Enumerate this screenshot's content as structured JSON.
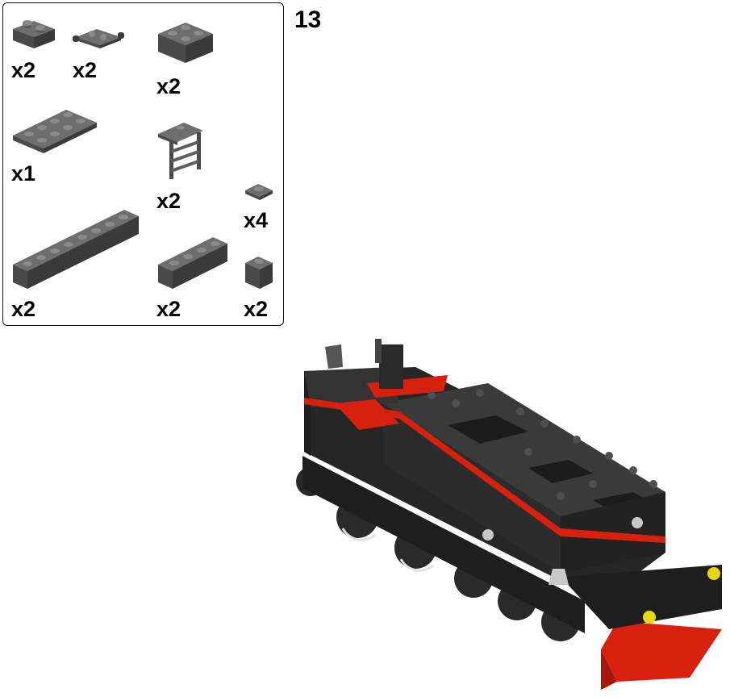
{
  "step": {
    "number": "13"
  },
  "parts": [
    {
      "name": "brick-1x2",
      "qty": "x2"
    },
    {
      "name": "plate-1x2-with-clips",
      "qty": "x2"
    },
    {
      "name": "brick-2x2",
      "qty": "x2"
    },
    {
      "name": "plate-2x4",
      "qty": "x1"
    },
    {
      "name": "ladder-with-plate",
      "qty": "x2"
    },
    {
      "name": "plate-1x1",
      "qty": "x4"
    },
    {
      "name": "brick-1x8",
      "qty": "x2"
    },
    {
      "name": "brick-1x4",
      "qty": "x2"
    },
    {
      "name": "brick-1x1",
      "qty": "x2"
    }
  ],
  "colors": {
    "dark_gray": "#4a4a4a",
    "mid_gray": "#6b6b6b",
    "black": "#1e1e1e",
    "red": "#d8200e",
    "yellow": "#e8d60f",
    "light_gray": "#c8c8c8"
  }
}
